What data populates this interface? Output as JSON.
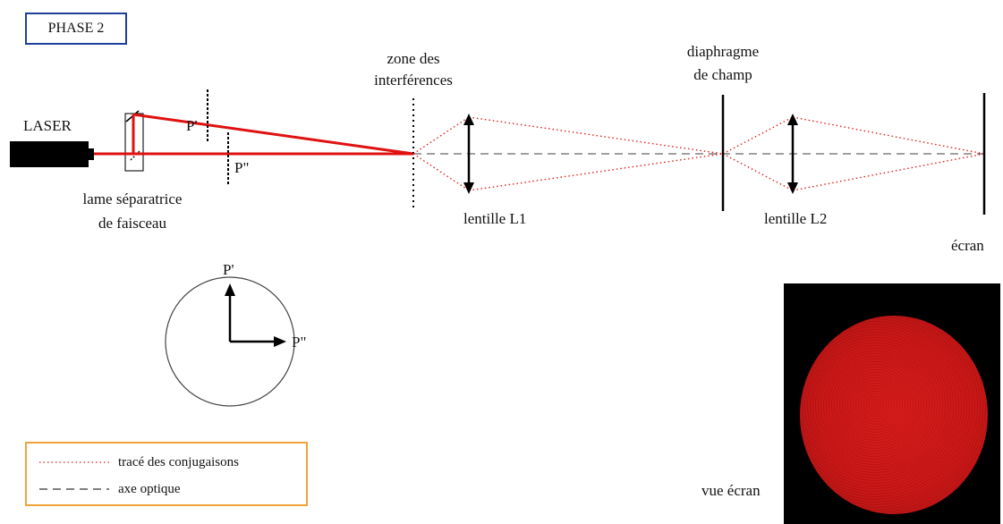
{
  "phase_title": "PHASE 2",
  "labels": {
    "laser": "LASER",
    "p_prime": "P'",
    "p_double": "P\"",
    "beam_splitter_line1": "lame séparatrice",
    "beam_splitter_line2": "de faisceau",
    "interference_line1": "zone des",
    "interference_line2": "interférences",
    "field_stop_line1": "diaphragme",
    "field_stop_line2": "de champ",
    "lens1": "lentille L1",
    "lens2": "lentille L2",
    "screen": "écran",
    "screen_view": "vue écran"
  },
  "polarization": {
    "p_prime": "P'",
    "p_double": "P\""
  },
  "legend": {
    "dotted": "tracé des conjugaisons",
    "dashed": "axe optique"
  },
  "colors": {
    "beam": "#e01010",
    "phase_border": "#1f3f9c",
    "legend_border": "#f2a23a",
    "conjugation": "#e02020",
    "screen_spot": "#c81212"
  }
}
